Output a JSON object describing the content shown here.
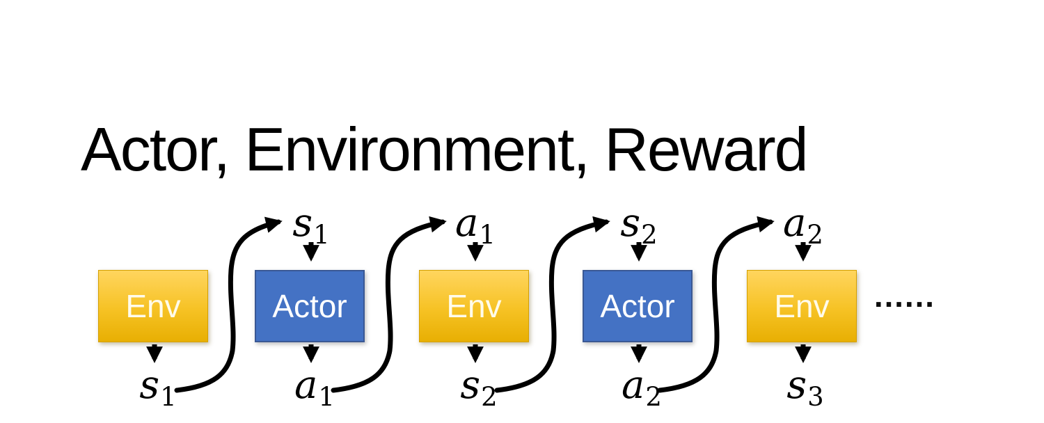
{
  "title": "Actor, Environment, Reward",
  "diagram": {
    "boxes": [
      {
        "label": "Env",
        "type": "env"
      },
      {
        "label": "Actor",
        "type": "actor"
      },
      {
        "label": "Env",
        "type": "env"
      },
      {
        "label": "Actor",
        "type": "actor"
      },
      {
        "label": "Env",
        "type": "env"
      }
    ],
    "top_labels": [
      {
        "base": "s",
        "sub": "1"
      },
      {
        "base": "a",
        "sub": "1"
      },
      {
        "base": "s",
        "sub": "2"
      },
      {
        "base": "a",
        "sub": "2"
      }
    ],
    "bottom_labels": [
      {
        "base": "s",
        "sub": "1"
      },
      {
        "base": "a",
        "sub": "1"
      },
      {
        "base": "s",
        "sub": "2"
      },
      {
        "base": "a",
        "sub": "2"
      },
      {
        "base": "s",
        "sub": "3"
      }
    ],
    "ellipsis": "……",
    "colors": {
      "env_fill_top": "#FFD55E",
      "env_fill_bottom": "#E8AF03",
      "env_border": "#D4A000",
      "env_text": "#FFFBEA",
      "actor_fill": "#4472C4",
      "actor_border": "#3A5894",
      "actor_text": "#FFFFFF",
      "arrow": "#000000",
      "title_text": "#000000"
    }
  }
}
